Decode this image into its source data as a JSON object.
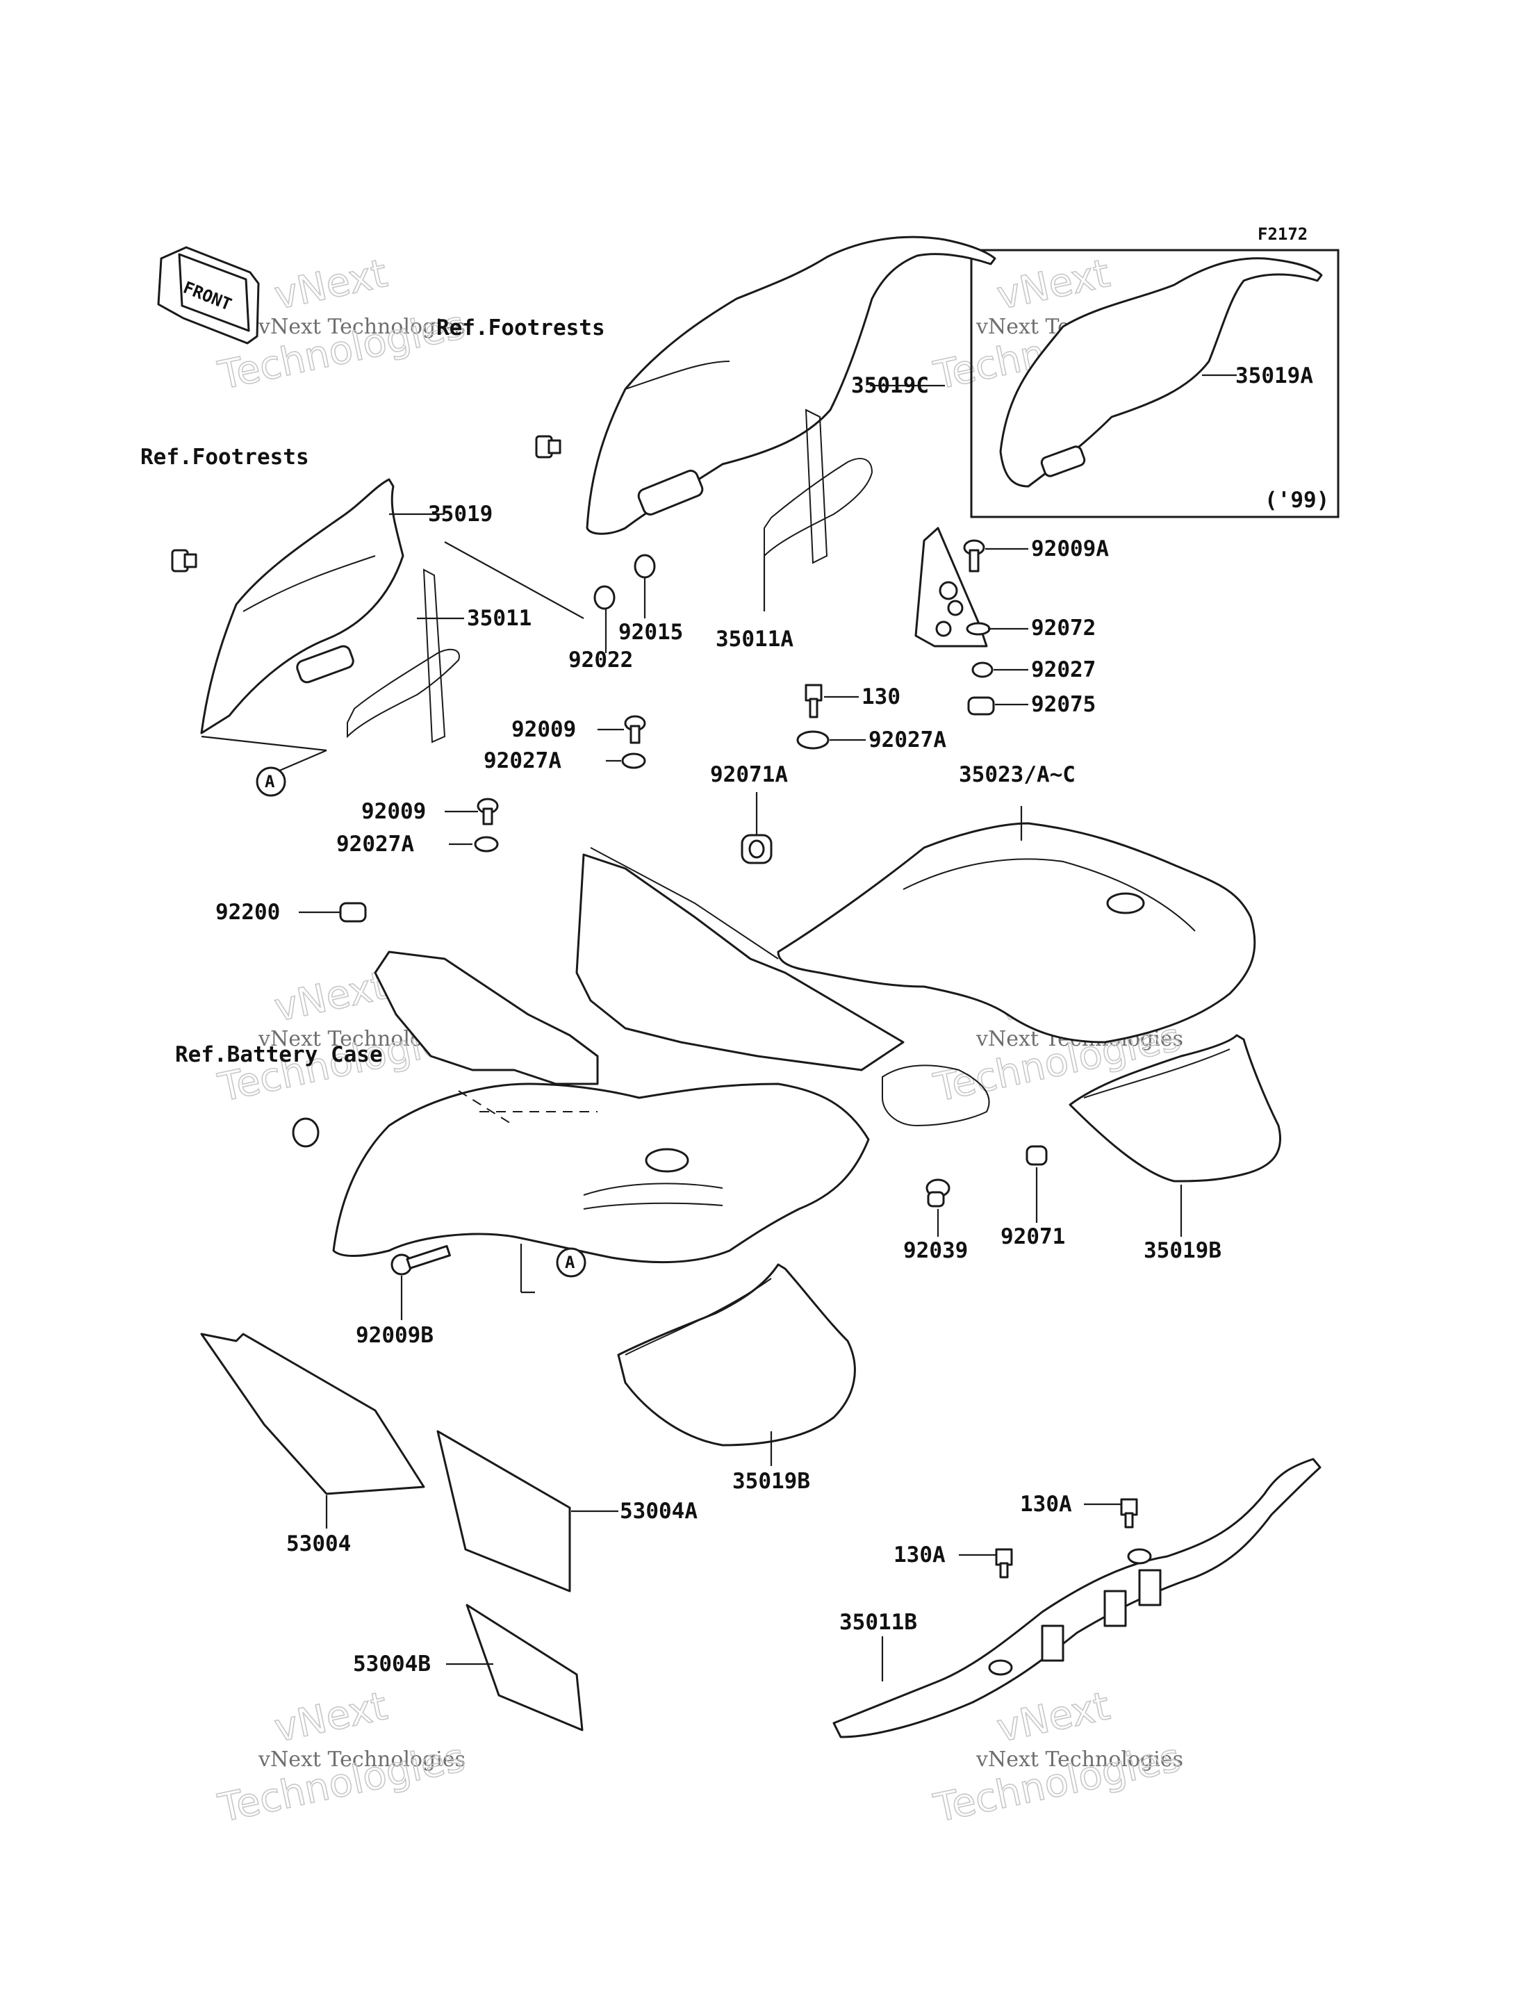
{
  "figure_code": "F2172",
  "front_arrow_text": "FRONT",
  "inset_label": "('99)",
  "reference_labels": {
    "footrests_upper": "Ref.Footrests",
    "footrests_left": "Ref.Footrests",
    "battery_case": "Ref.Battery Case"
  },
  "callout_marker": "A",
  "watermark": {
    "line1": "vNext Technologies",
    "line2": "vNext\nTechnologies"
  },
  "part_numbers": {
    "p35019C": "35019C",
    "p35019A": "35019A",
    "p35019": "35019",
    "p35011": "35011",
    "p92022": "92022",
    "p92015": "92015",
    "p35011A": "35011A",
    "p92009A": "92009A",
    "p92072": "92072",
    "p92027": "92027",
    "p92075": "92075",
    "p130": "130",
    "p92027A_r": "92027A",
    "p92009_1": "92009",
    "p92027A_1": "92027A",
    "p92071A": "92071A",
    "p35023": "35023/A~C",
    "p92009_2": "92009",
    "p92027A_2": "92027A",
    "p92200": "92200",
    "p92039": "92039",
    "p92071": "92071",
    "p35019B_r": "35019B",
    "p92009B": "92009B",
    "p35019B_b": "35019B",
    "p53004": "53004",
    "p53004A": "53004A",
    "p53004B": "53004B",
    "p130A_1": "130A",
    "p130A_2": "130A",
    "p35011B": "35011B"
  }
}
